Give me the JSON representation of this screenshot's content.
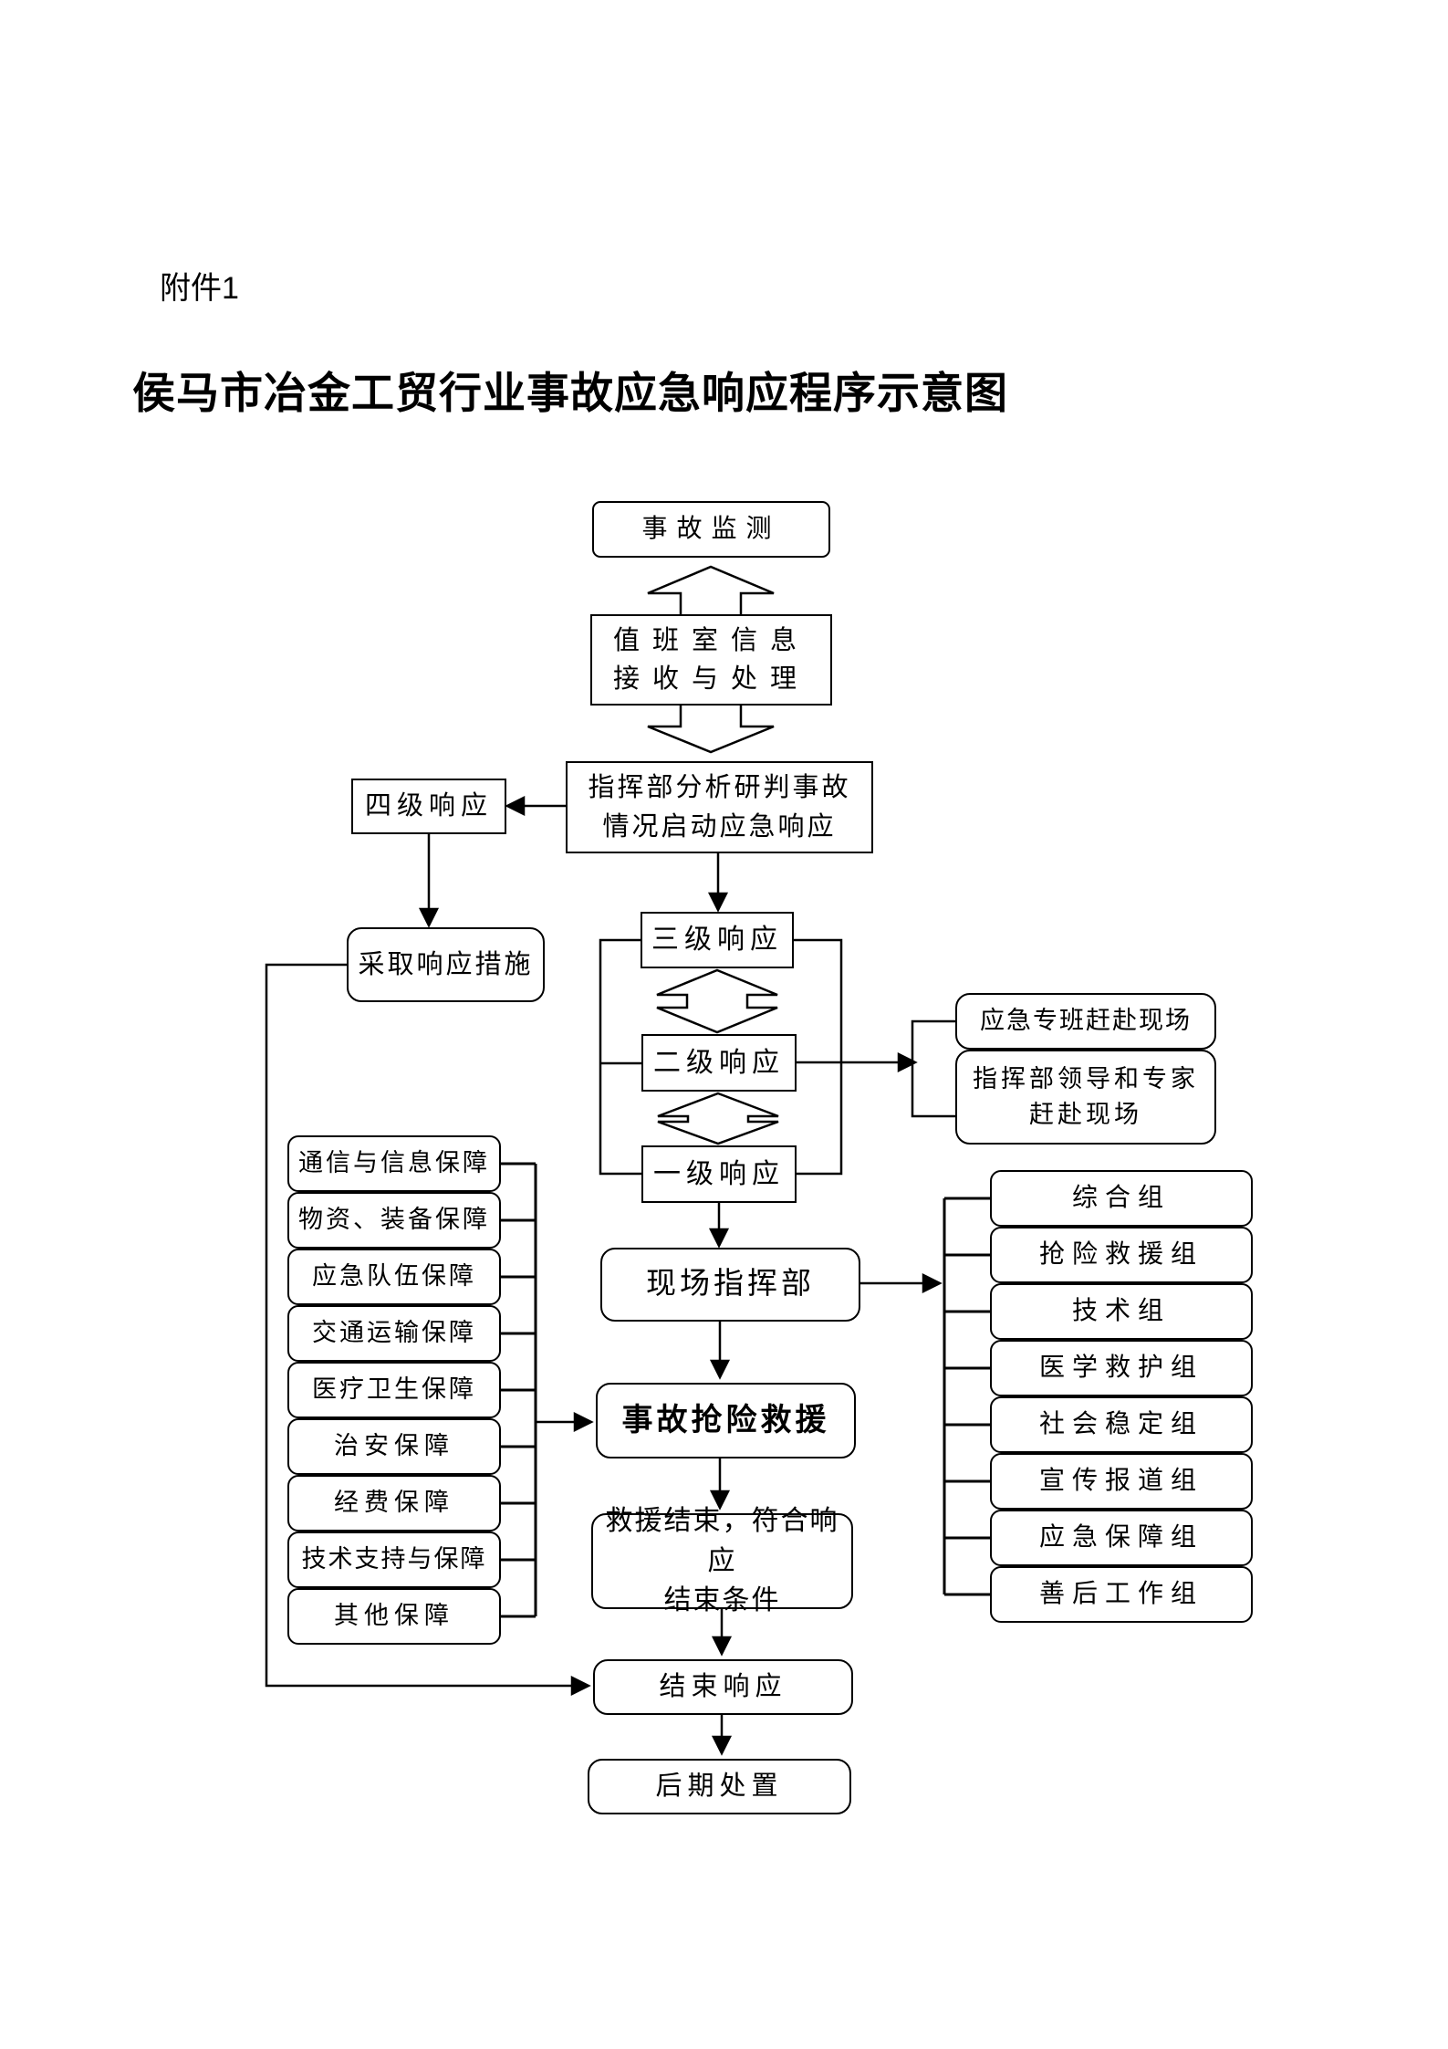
{
  "page": {
    "attachment_label": "附件1",
    "title": "侯马市冶金工贸行业事故应急响应程序示意图"
  },
  "flowchart": {
    "monitor": "事故监测",
    "duty_room_line1": "值班室信息",
    "duty_room_line2": "接收与处理",
    "command_analysis_line1": "指挥部分析研判事故",
    "command_analysis_line2": "情况启动应急响应",
    "level4": "四级响应",
    "take_measures": "采取响应措施",
    "level3": "三级响应",
    "level2": "二级响应",
    "level1": "一级响应",
    "emergency_team": "应急专班赶赴现场",
    "leaders_line1": "指挥部领导和专家",
    "leaders_line2": "赶赴现场",
    "onsite_command": "现场指挥部",
    "rescue": "事故抢险救援",
    "rescue_end_line1": "救援结束，符合响应",
    "rescue_end_line2": "结束条件",
    "end_response": "结束响应",
    "post_disposal": "后期处置",
    "support_items": [
      "通信与信息保障",
      "物资、装备保障",
      "应急队伍保障",
      "交通运输保障",
      "医疗卫生保障",
      "治安保障",
      "经费保障",
      "技术支持与保障",
      "其他保障"
    ],
    "group_items": [
      "综合组",
      "抢险救援组",
      "技术组",
      "医学救护组",
      "社会稳定组",
      "宣传报道组",
      "应急保障组",
      "善后工作组"
    ]
  }
}
